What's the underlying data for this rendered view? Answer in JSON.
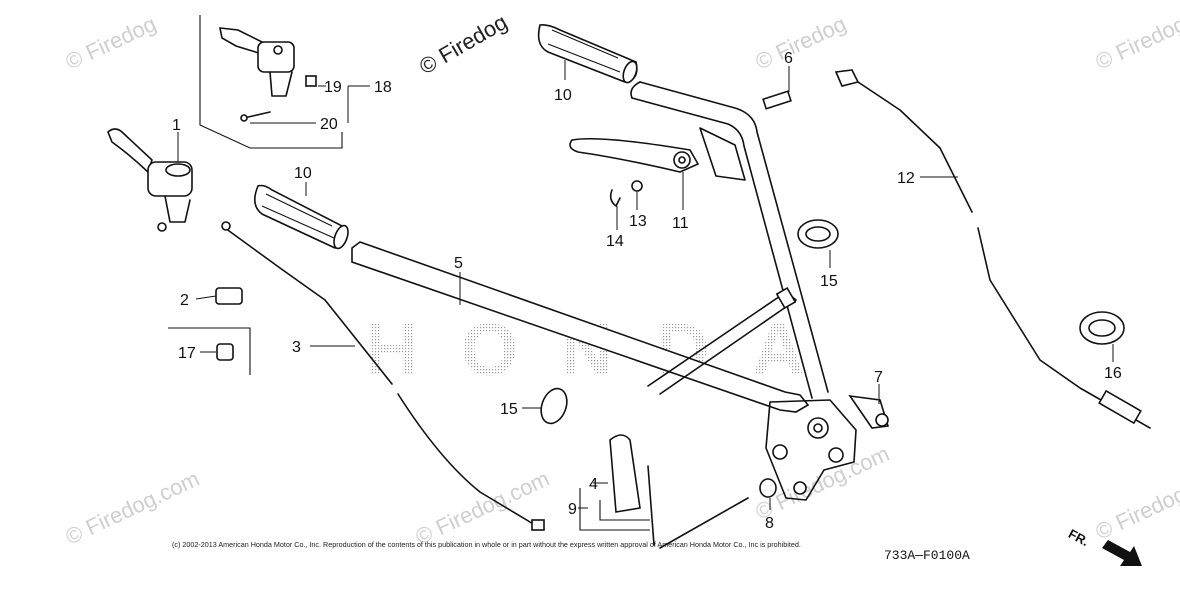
{
  "watermark_text": "© Firedog",
  "watermark_com": "© Firedog.com",
  "brand_mark": "HONDA",
  "callouts": {
    "p1": "1",
    "p2": "2",
    "p3": "3",
    "p4": "4",
    "p5": "5",
    "p6": "6",
    "p7": "7",
    "p8": "8",
    "p9": "9",
    "p10a": "10",
    "p10b": "10",
    "p11": "11",
    "p12": "12",
    "p13": "13",
    "p14": "14",
    "p15a": "15",
    "p15b": "15",
    "p16": "16",
    "p17": "17",
    "p18": "18",
    "p19": "19",
    "p20": "20"
  },
  "copyright": "(c) 2002-2013 American Honda Motor Co., Inc. Reproduction of the contents of this publication in whole or in part without the express written approval of American Honda Motor Co., Inc is prohibited.",
  "diagram_code": "733A—F0100A",
  "direction_label": "FR.",
  "icons": [
    "throttle-lever-icon",
    "handle-grip-icon",
    "cable-icon",
    "clamp-icon",
    "arrow-icon"
  ]
}
